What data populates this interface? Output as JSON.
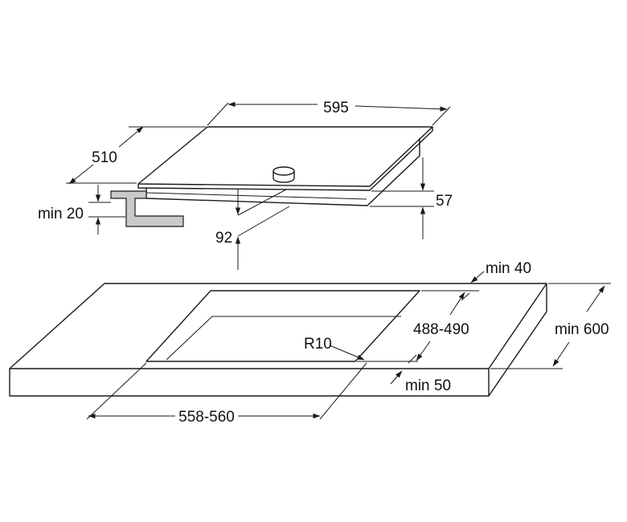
{
  "dimensions": {
    "width": "595",
    "depth": "510",
    "min_front_gap": "min 20",
    "height_total": "57",
    "height_below": "92",
    "min_back": "min 40",
    "cutout_depth": "488-490",
    "min_worktop_depth": "min 600",
    "corner_radius": "R10",
    "min_front": "min 50",
    "cutout_width": "558-560"
  },
  "colors": {
    "line": "#1a1a1a",
    "bracket": "#c9c9c9",
    "background": "#ffffff"
  }
}
